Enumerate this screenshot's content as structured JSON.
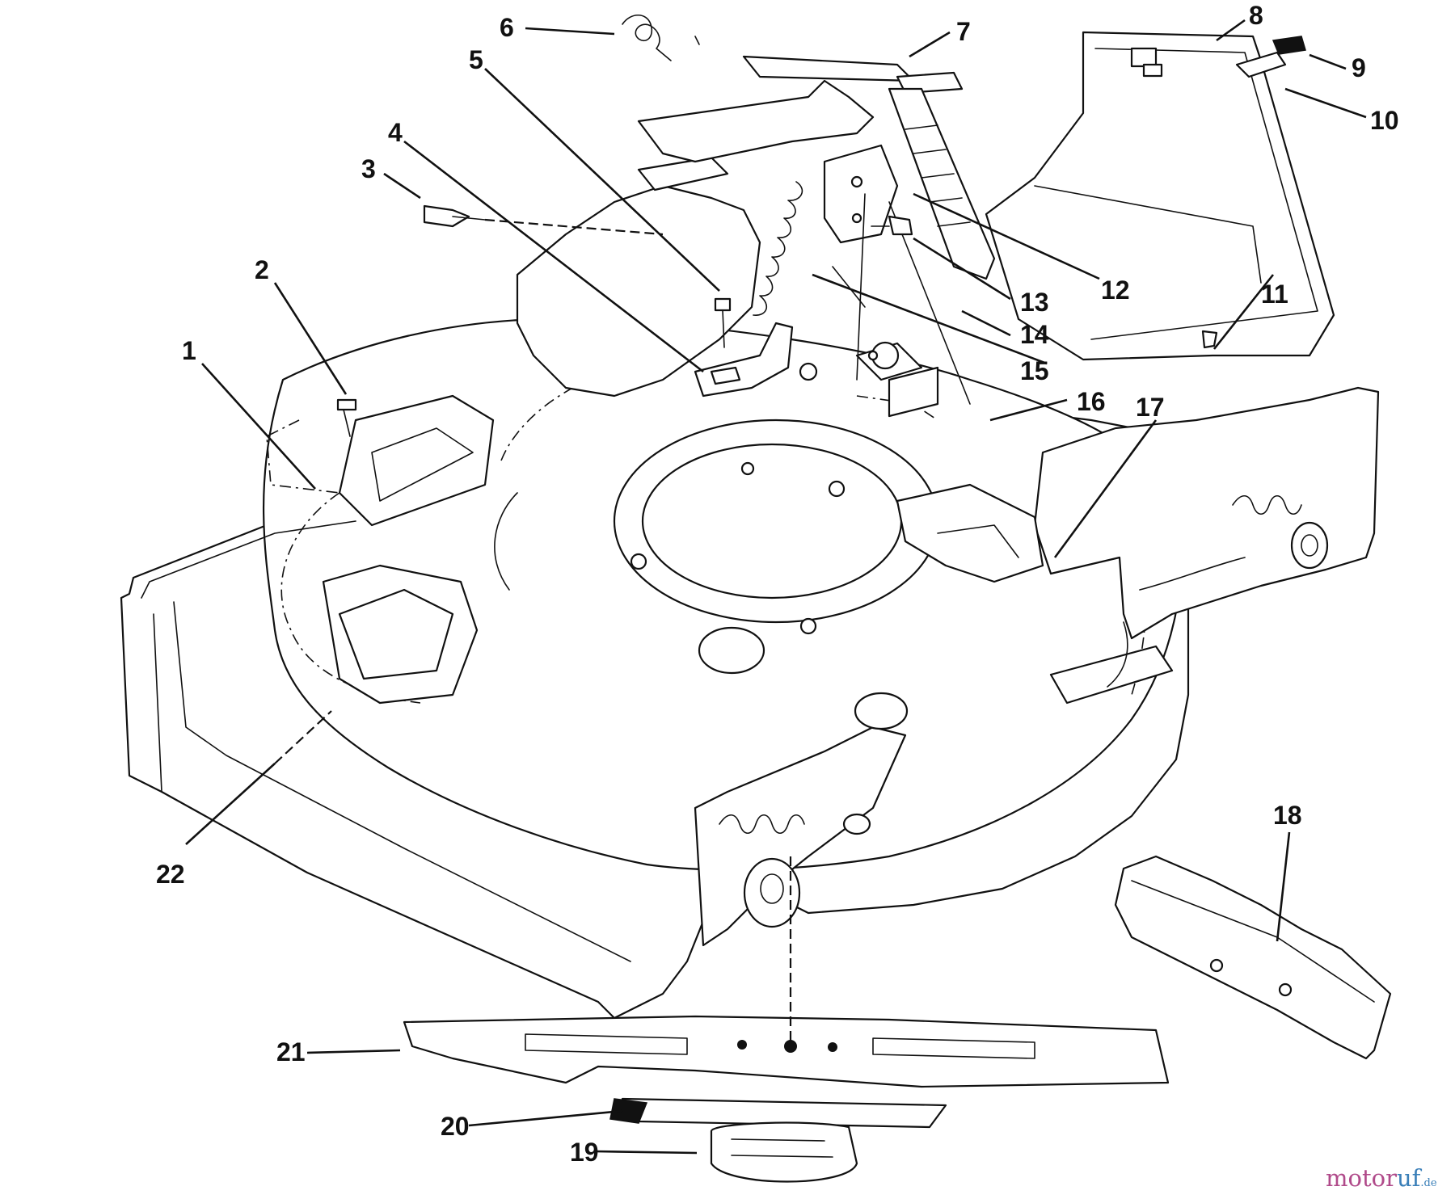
{
  "callouts": [
    {
      "id": "c1",
      "label": "1"
    },
    {
      "id": "c2",
      "label": "2"
    },
    {
      "id": "c3",
      "label": "3"
    },
    {
      "id": "c4",
      "label": "4"
    },
    {
      "id": "c5",
      "label": "5"
    },
    {
      "id": "c6",
      "label": "6"
    },
    {
      "id": "c7",
      "label": "7"
    },
    {
      "id": "c8",
      "label": "8"
    },
    {
      "id": "c9",
      "label": "9"
    },
    {
      "id": "c10",
      "label": "10"
    },
    {
      "id": "c11",
      "label": "11"
    },
    {
      "id": "c12",
      "label": "12"
    },
    {
      "id": "c13",
      "label": "13"
    },
    {
      "id": "c14",
      "label": "14"
    },
    {
      "id": "c15",
      "label": "15"
    },
    {
      "id": "c16",
      "label": "16"
    },
    {
      "id": "c17",
      "label": "17"
    },
    {
      "id": "c18",
      "label": "18"
    },
    {
      "id": "c19",
      "label": "19"
    },
    {
      "id": "c20",
      "label": "20"
    },
    {
      "id": "c21",
      "label": "21"
    },
    {
      "id": "c22",
      "label": "22"
    }
  ],
  "watermark": {
    "brand_main": "motor",
    "brand_accent": "uf",
    "domain_suffix": ".de",
    "colors": {
      "main": "#b04a8a",
      "accent": "#3a7fb8"
    }
  }
}
